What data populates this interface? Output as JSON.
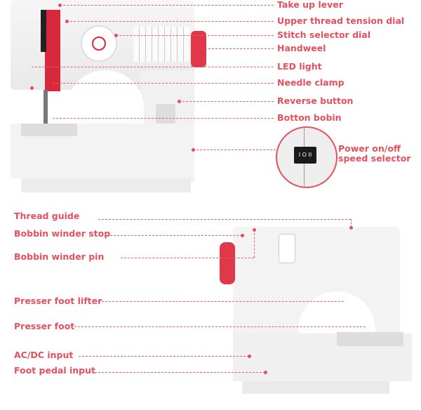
{
  "accent_color": "#e5505c",
  "top_labels": [
    {
      "text": "Take up lever"
    },
    {
      "text": "Upper thread tension dial"
    },
    {
      "text": "Stitch selector dial"
    },
    {
      "text": "Handweel"
    },
    {
      "text": "LED light"
    },
    {
      "text": "Needle clamp"
    },
    {
      "text": "Reverse button"
    },
    {
      "text": "Botton bobin"
    }
  ],
  "power": {
    "line1": "Power on/off",
    "line2": "speed selector",
    "switch_text": "I O II"
  },
  "bottom_labels": [
    {
      "text": "Thread guide"
    },
    {
      "text": "Bobbin winder stop"
    },
    {
      "text": "Bobbin winder pin"
    },
    {
      "text": "Presser foot lifter"
    },
    {
      "text": "Presser foot"
    },
    {
      "text": "AC/DC input"
    },
    {
      "text": "Foot pedal input"
    }
  ]
}
